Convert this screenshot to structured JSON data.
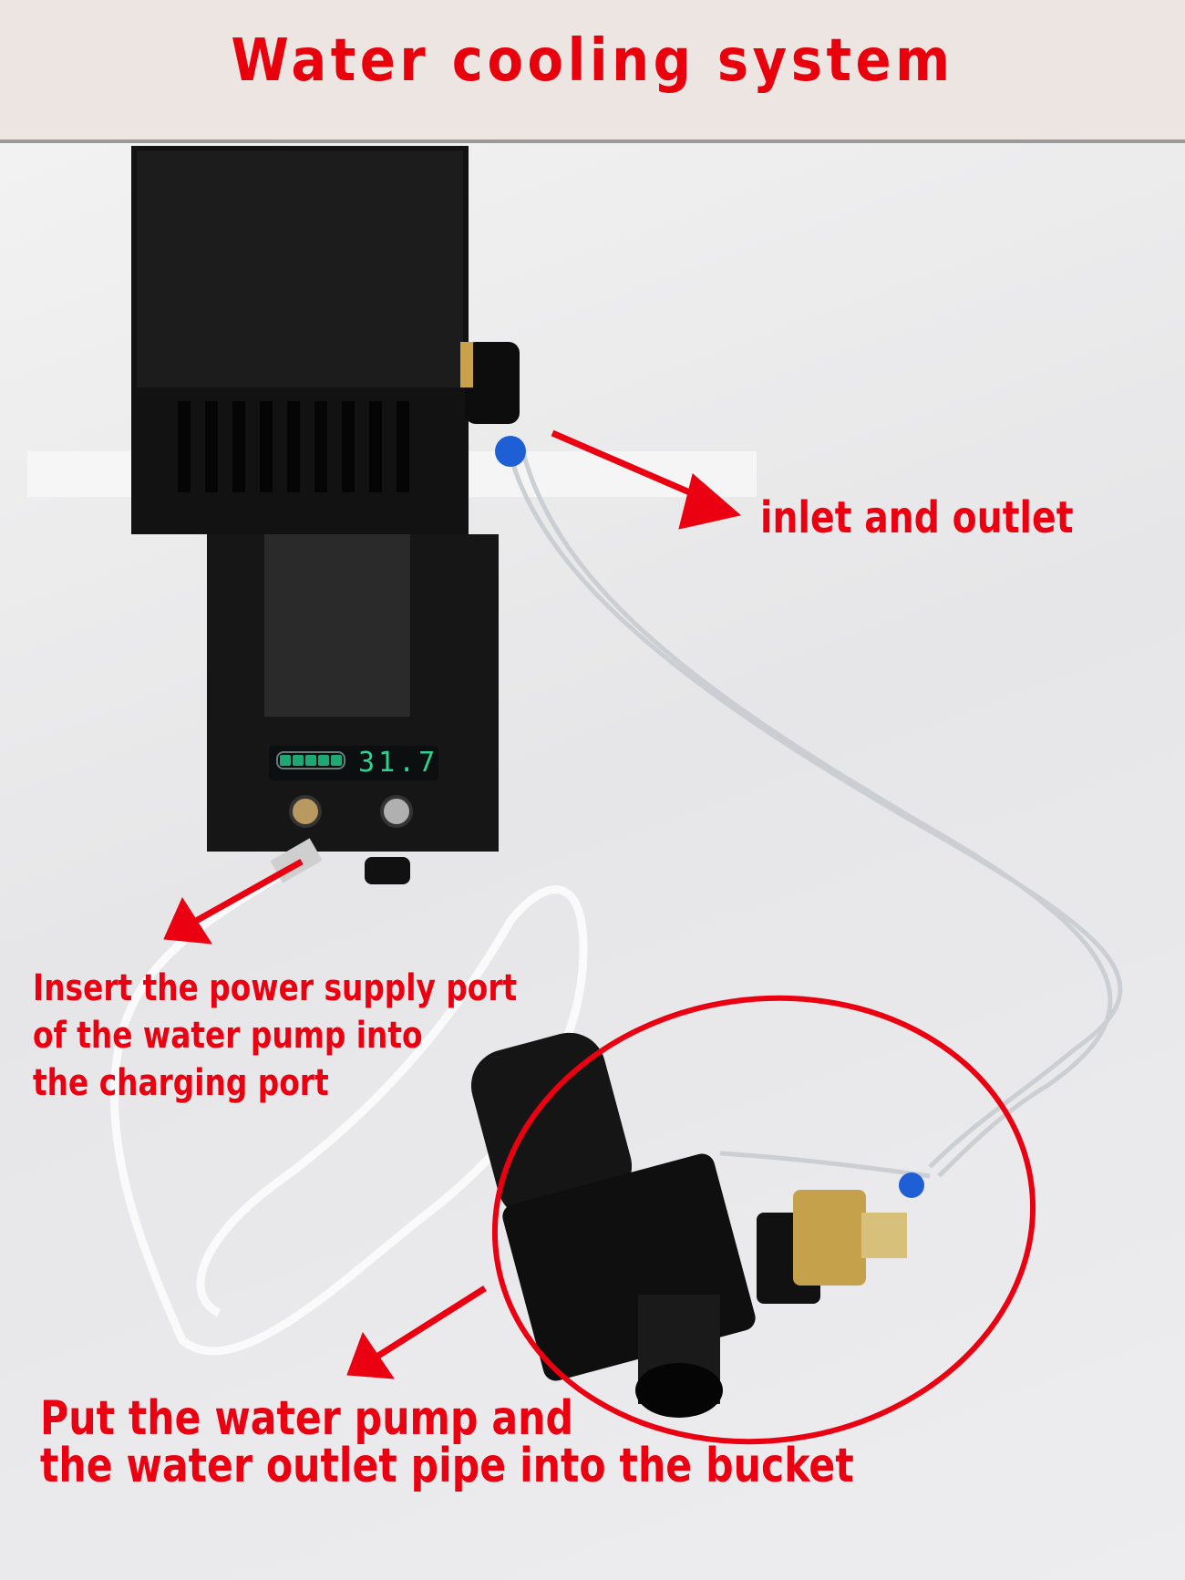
{
  "header": {
    "title": "Water cooling system"
  },
  "device": {
    "display_readout": "31.7"
  },
  "annotations": {
    "inlet_outlet": "inlet and outlet",
    "power_supply": [
      "Insert the power supply port",
      "of the water pump into",
      "the charging port"
    ],
    "bucket": [
      "Put the water pump and",
      "the water outlet pipe into the bucket"
    ]
  },
  "colors": {
    "accent": "#e8000c",
    "header_bg": "#ece5e1"
  }
}
